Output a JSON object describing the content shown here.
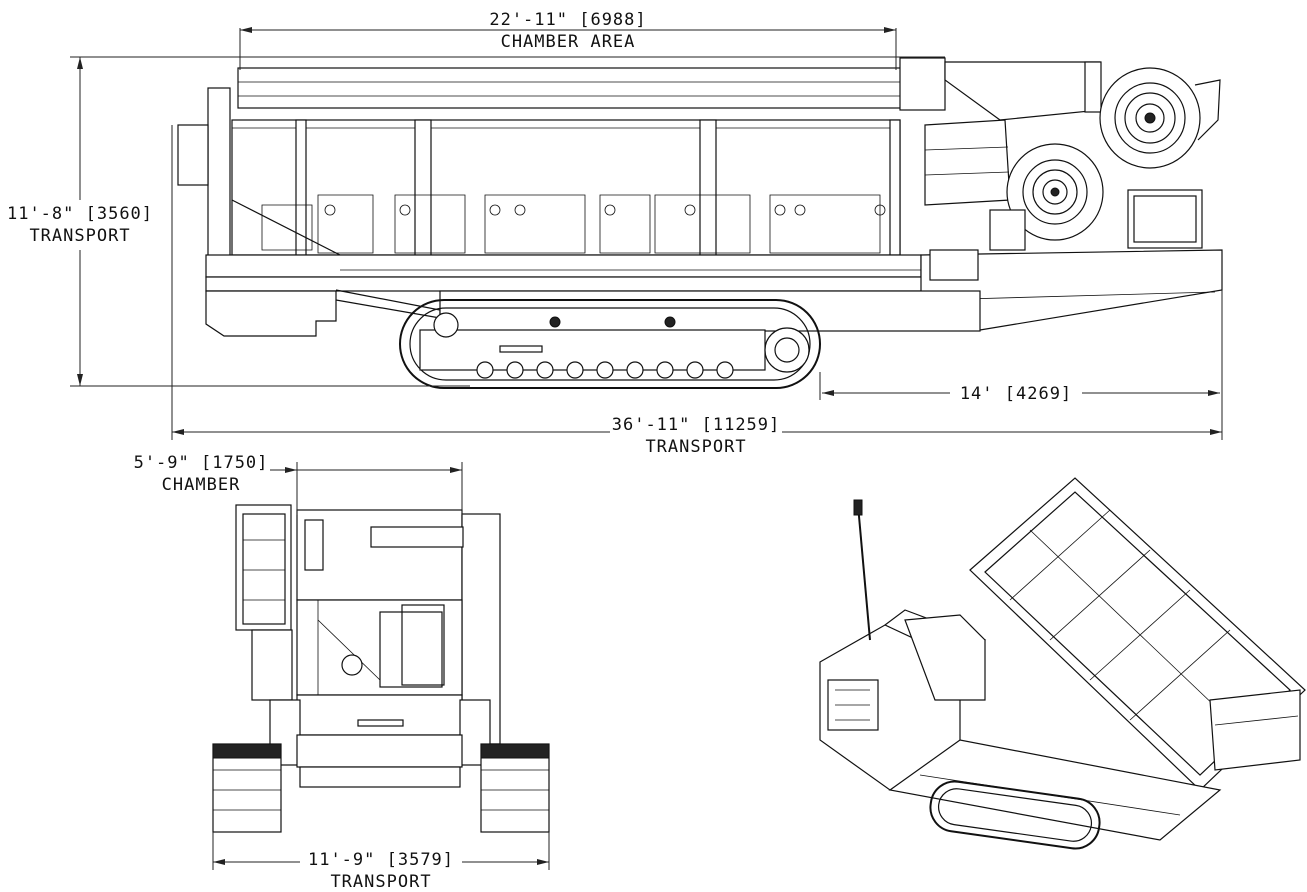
{
  "dimensions": {
    "chamber_area": {
      "value": "22'-11\" [6988]",
      "label": "CHAMBER AREA"
    },
    "height_transport": {
      "value": "11'-8\" [3560]",
      "label": "TRANSPORT"
    },
    "rear_length": {
      "value": "14' [4269]"
    },
    "length_transport": {
      "value": "36'-11\" [11259]",
      "label": "TRANSPORT"
    },
    "chamber_width": {
      "value": "5'-9\" [1750]",
      "label": "CHAMBER"
    },
    "width_transport": {
      "value": "11'-9\" [3579]",
      "label": "TRANSPORT"
    }
  },
  "views": [
    "side-view",
    "front-view",
    "isometric-view"
  ]
}
